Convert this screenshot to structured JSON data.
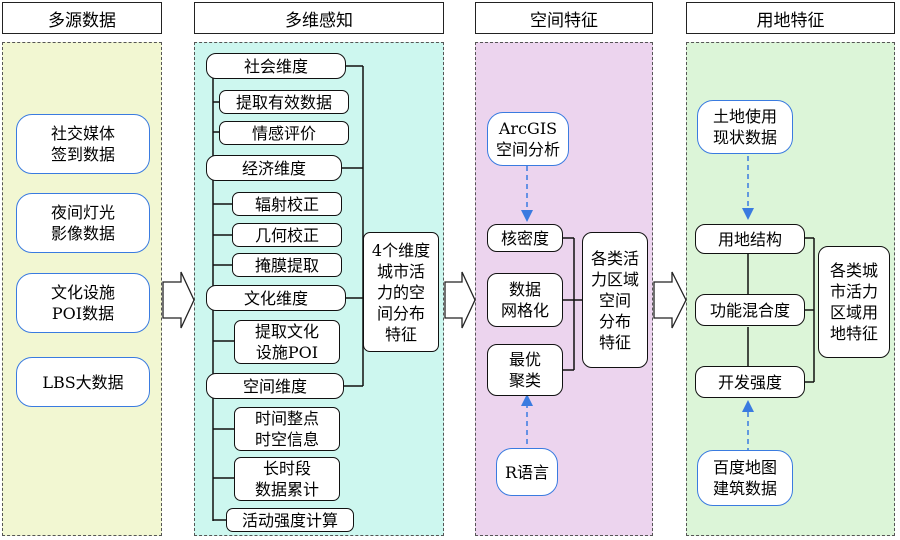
{
  "headers": {
    "multi_source": "多源数据",
    "multi_perception": "多维感知",
    "spatial": "空间特征",
    "landuse": "用地特征"
  },
  "sources": [
    "社交媒体\n签到数据",
    "夜间灯光\n影像数据",
    "文化设施\nPOI数据",
    "LBS大数据"
  ],
  "perception": {
    "social": {
      "title": "社会维度",
      "items": [
        "提取有效数据",
        "情感评价"
      ]
    },
    "economic": {
      "title": "经济维度",
      "items": [
        "辐射校正",
        "几何校正",
        "掩膜提取"
      ]
    },
    "cultural": {
      "title": "文化维度",
      "items": [
        "提取文化\n设施POI"
      ]
    },
    "space": {
      "title": "空间维度",
      "items": [
        "时间整点\n时空信息",
        "长时段\n数据累计",
        "活动强度计算"
      ]
    },
    "result": "4个维度\n城市活\n力的空\n间分布\n特征"
  },
  "spatial": {
    "arcgis": "ArcGIS\n空间分析",
    "kde": "核密度",
    "grid": "数据\n网格化",
    "cluster": "最优\n聚类",
    "r": "R语言",
    "result": "各类活\n力区域\n空间\n分布\n特征"
  },
  "landuse": {
    "current": "土地使用\n现状数据",
    "structure": "用地结构",
    "mix": "功能混合度",
    "intensity": "开发强度",
    "baidu": "百度地图\n建筑数据",
    "result": "各类城\n市活力\n区域用\n地特征"
  },
  "colors": {
    "panel_source": "#f2f7d2",
    "panel_perception": "#cdf7ef",
    "panel_spatial": "#ecd4ee",
    "panel_landuse": "#dcf5d8",
    "blue_border": "#3a7be0",
    "arrow_blue": "#3a7be0"
  }
}
